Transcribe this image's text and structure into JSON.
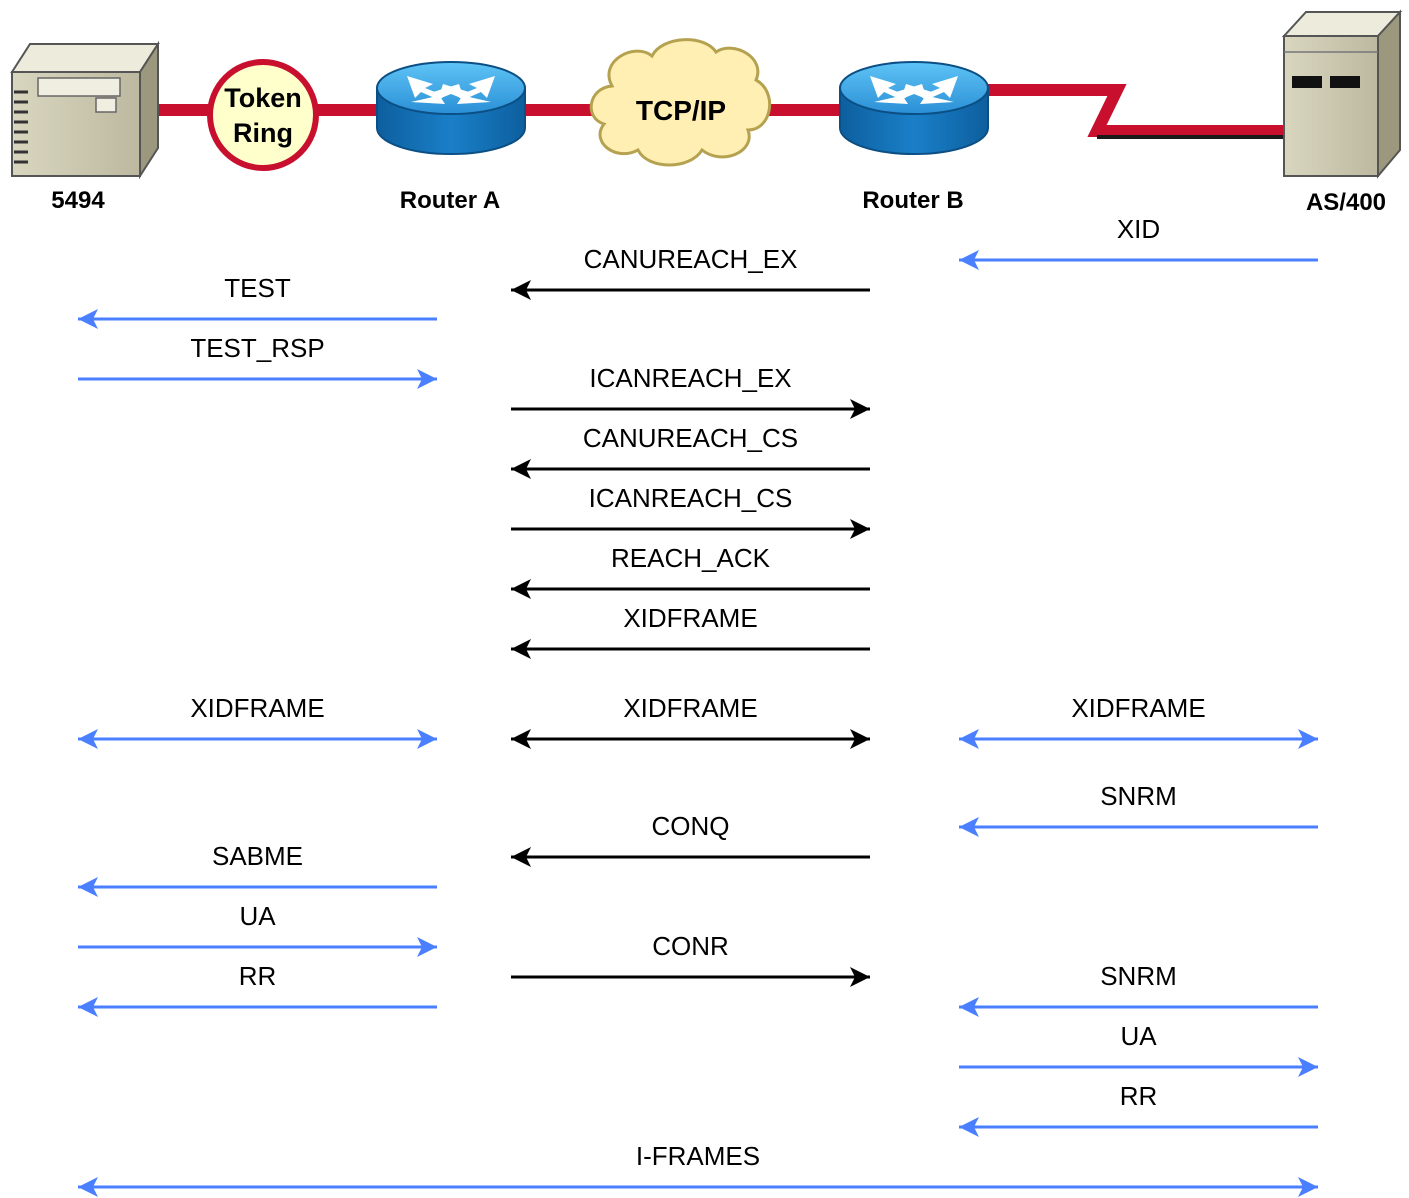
{
  "nodes": {
    "n5494": "5494",
    "router_a": "Router A",
    "router_b": "Router B",
    "as400": "AS/400",
    "token_ring_line1": "Token",
    "token_ring_line2": "Ring",
    "tcpip": "TCP/IP"
  },
  "colors": {
    "wan_link": "#c8102e",
    "lan_side_arrow": "#4a7fff",
    "wan_side_arrow": "#000000",
    "token_ring_fill": "#ffffcc",
    "router_body": "#1e88d4",
    "cloud_fill": "#ffefb3"
  },
  "messages": [
    {
      "label": "XID",
      "segment": "right",
      "direction": "left",
      "color": "blue"
    },
    {
      "label": "CANUREACH_EX",
      "segment": "middle",
      "direction": "left",
      "color": "black"
    },
    {
      "label": "TEST",
      "segment": "left",
      "direction": "left",
      "color": "blue"
    },
    {
      "label": "TEST_RSP",
      "segment": "left",
      "direction": "right",
      "color": "blue"
    },
    {
      "label": "ICANREACH_EX",
      "segment": "middle",
      "direction": "right",
      "color": "black"
    },
    {
      "label": "CANUREACH_CS",
      "segment": "middle",
      "direction": "left",
      "color": "black"
    },
    {
      "label": "ICANREACH_CS",
      "segment": "middle",
      "direction": "right",
      "color": "black"
    },
    {
      "label": "REACH_ACK",
      "segment": "middle",
      "direction": "left",
      "color": "black"
    },
    {
      "label": "XIDFRAME",
      "segment": "middle",
      "direction": "left",
      "color": "black"
    },
    {
      "label": "XIDFRAME",
      "segment": "left",
      "direction": "both",
      "color": "blue"
    },
    {
      "label": "XIDFRAME",
      "segment": "middle",
      "direction": "both",
      "color": "black"
    },
    {
      "label": "XIDFRAME",
      "segment": "right",
      "direction": "both",
      "color": "blue"
    },
    {
      "label": "SNRM",
      "segment": "right",
      "direction": "left",
      "color": "blue"
    },
    {
      "label": "CONQ",
      "segment": "middle",
      "direction": "left",
      "color": "black"
    },
    {
      "label": "SABME",
      "segment": "left",
      "direction": "left",
      "color": "blue"
    },
    {
      "label": "UA",
      "segment": "left",
      "direction": "right",
      "color": "blue"
    },
    {
      "label": "CONR",
      "segment": "middle",
      "direction": "right",
      "color": "black"
    },
    {
      "label": "RR",
      "segment": "left",
      "direction": "left",
      "color": "blue"
    },
    {
      "label": "SNRM",
      "segment": "right",
      "direction": "left",
      "color": "blue"
    },
    {
      "label": "UA",
      "segment": "right",
      "direction": "right",
      "color": "blue"
    },
    {
      "label": "RR",
      "segment": "right",
      "direction": "left",
      "color": "blue"
    },
    {
      "label": "I-FRAMES",
      "segment": "full",
      "direction": "both",
      "color": "blue"
    }
  ]
}
